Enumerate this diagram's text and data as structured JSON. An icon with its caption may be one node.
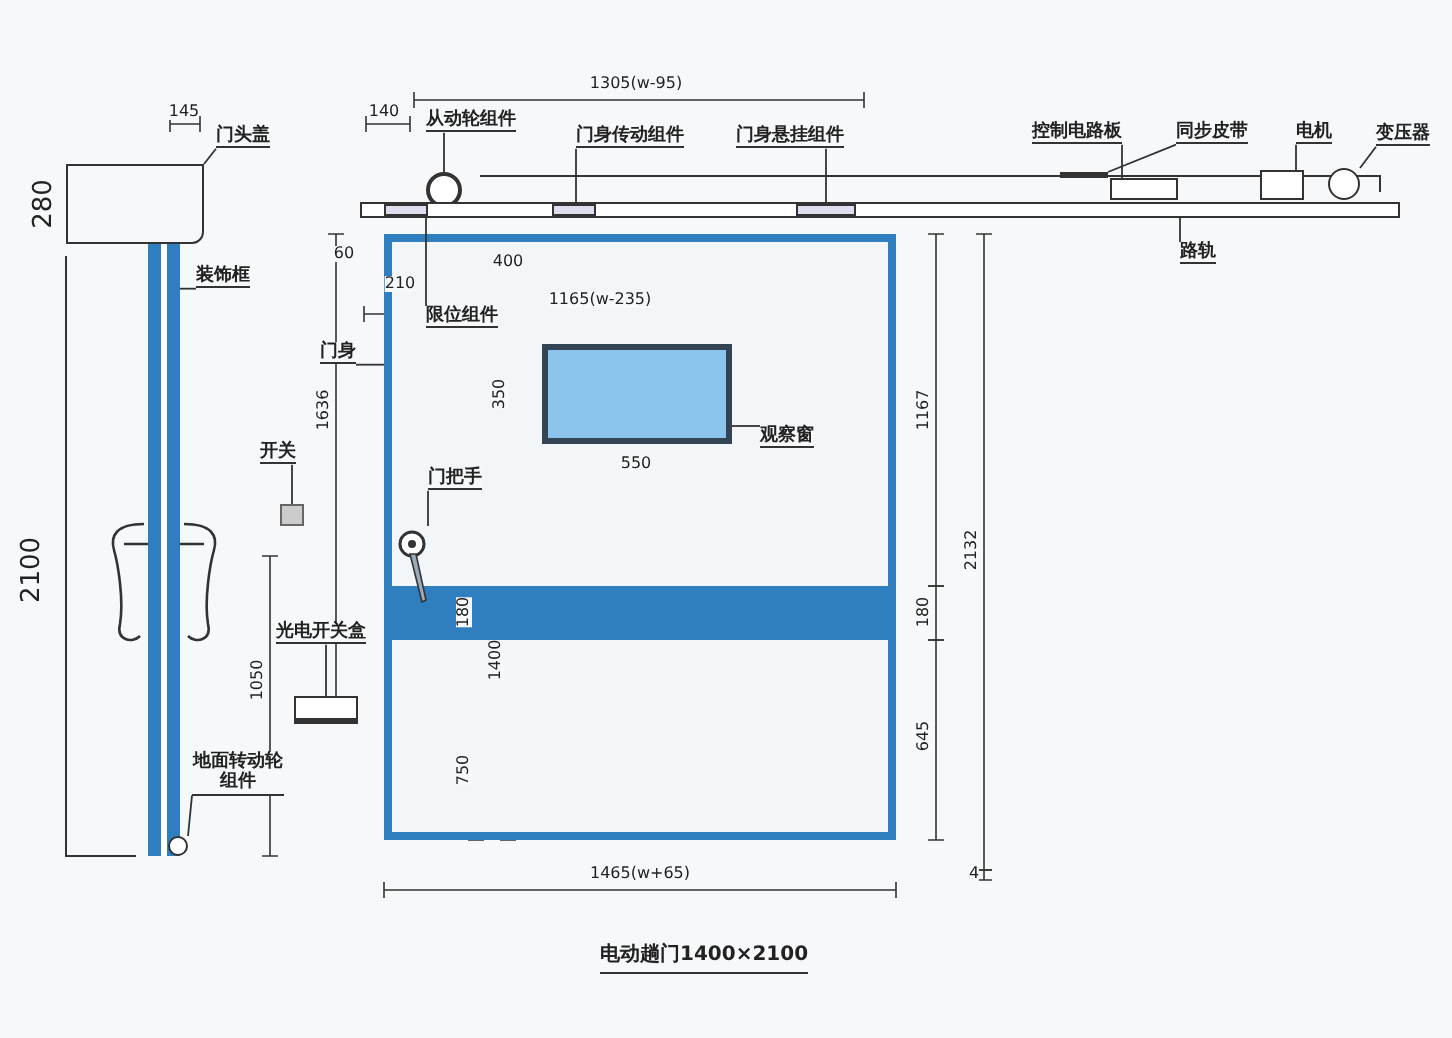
{
  "diagram": {
    "caption": "电动趟门1400×2100",
    "nodes": [
      {
        "text": [
          "门头盖"
        ]
      },
      {
        "text": [],
        "shape": "box"
      },
      {
        "text": [
          "装饰框"
        ]
      },
      {
        "text": [],
        "shape": "bar"
      },
      {
        "text": [
          "从动轮组件"
        ]
      },
      {
        "text": [],
        "shape": "circle"
      },
      {
        "text": [
          "门身传动组件"
        ]
      },
      {
        "text": [],
        "shape": "box",
        "in": 19
      },
      {
        "text": [
          "门身悬挂组件"
        ]
      },
      {
        "text": [],
        "shape": "box",
        "in": 19
      },
      {
        "text": [
          "控制电路板"
        ]
      },
      {
        "text": [],
        "shape": "box"
      },
      {
        "text": [
          "同步皮带"
        ]
      },
      {
        "text": [],
        "shape": "bar"
      },
      {
        "text": [
          "电机"
        ]
      },
      {
        "text": [],
        "shape": "box"
      },
      {
        "text": [
          "变压器"
        ]
      },
      {
        "text": [],
        "shape": "circle"
      },
      {
        "text": [
          "路轨"
        ]
      },
      {
        "text": [],
        "shape": "bar"
      },
      {
        "text": [
          "限位组件"
        ],
        "in": 23
      },
      {
        "text": [],
        "shape": "box",
        "in": 19
      },
      {
        "text": [
          "门身"
        ]
      },
      {
        "text": [],
        "shape": "box"
      },
      {
        "text": [
          "观察窗"
        ],
        "in": 23
      },
      {
        "text": [],
        "shape": "box",
        "in": 23
      },
      {
        "text": [
          "开关"
        ]
      },
      {
        "text": [],
        "shape": "box"
      },
      {
        "text": [
          "门把手"
        ],
        "in": 23
      },
      {
        "text": [],
        "shape": "picture",
        "in": 23
      },
      {
        "text": [
          "光电开关盒"
        ]
      },
      {
        "text": [],
        "shape": "box"
      },
      {
        "text": [
          "地面转动轮组件"
        ]
      },
      {
        "text": [],
        "shape": "circle"
      }
    ],
    "edges": [
      {
        "from": 0,
        "to": 1,
        "arrow": "none"
      },
      {
        "from": 2,
        "to": 3,
        "arrow": "none"
      },
      {
        "from": 4,
        "to": 5,
        "arrow": "none"
      },
      {
        "from": 6,
        "to": 9,
        "arrow": "none"
      },
      {
        "from": 8,
        "to": 21,
        "arrow": "none"
      },
      {
        "from": 10,
        "to": 11,
        "arrow": "none"
      },
      {
        "from": 12,
        "to": 13,
        "arrow": "none"
      },
      {
        "from": 14,
        "to": 15,
        "arrow": "none"
      },
      {
        "from": 16,
        "to": 17,
        "arrow": "none"
      },
      {
        "from": 18,
        "to": 19,
        "arrow": "none"
      },
      {
        "from": 20,
        "to": 7,
        "arrow": "none"
      },
      {
        "from": 22,
        "to": 23,
        "arrow": "none"
      },
      {
        "from": 24,
        "to": 25,
        "arrow": "none"
      },
      {
        "from": 26,
        "to": 27,
        "arrow": "none"
      },
      {
        "from": 28,
        "to": 29,
        "arrow": "none"
      },
      {
        "from": 30,
        "to": 31,
        "arrow": "none"
      },
      {
        "from": 32,
        "to": 33,
        "arrow": "none"
      }
    ],
    "labels": [
      "145",
      "280",
      "140",
      "1305(w-95)",
      "60",
      "400",
      "210",
      "1165(w-235)",
      "1636",
      "350",
      "550",
      "1167",
      "2132",
      "2100",
      "180",
      "180",
      "1400",
      "1050",
      "645",
      "750",
      "4",
      "1465(w+65)"
    ]
  }
}
